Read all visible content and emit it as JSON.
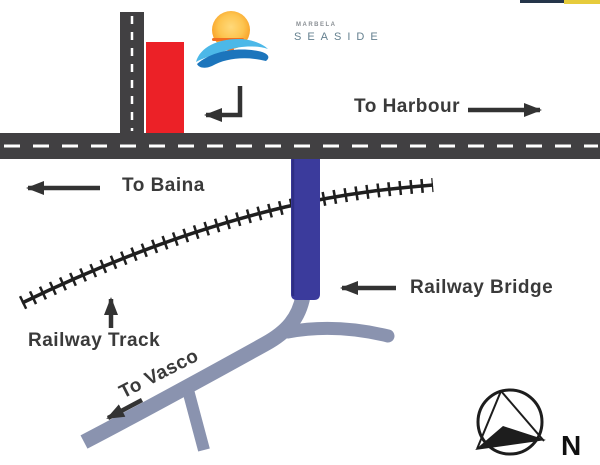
{
  "logo": {
    "brand_small": "MARBELA",
    "brand_main": "SEASIDE"
  },
  "labels": {
    "to_harbour": "To Harbour",
    "to_baina": "To Baina",
    "to_vasco": "To Vasco",
    "railway_track": "Railway Track",
    "railway_bridge": "Railway Bridge"
  },
  "compass": {
    "north": "N"
  },
  "colors": {
    "road": "#414042",
    "road_dash": "#ffffff",
    "building": "#ec2127",
    "railway": "#1f1f1f",
    "bridge": "#3b3b9c",
    "vasco_road": "#8a93af",
    "arrow_ink": "#333333",
    "label_ink": "#3a3a3a",
    "sun_yellow": "#fdc44f",
    "sun_orange": "#f8981d",
    "streak_orange": "#f26f21",
    "wave_light": "#4cb8e8",
    "wave_dark": "#1c75bc"
  }
}
